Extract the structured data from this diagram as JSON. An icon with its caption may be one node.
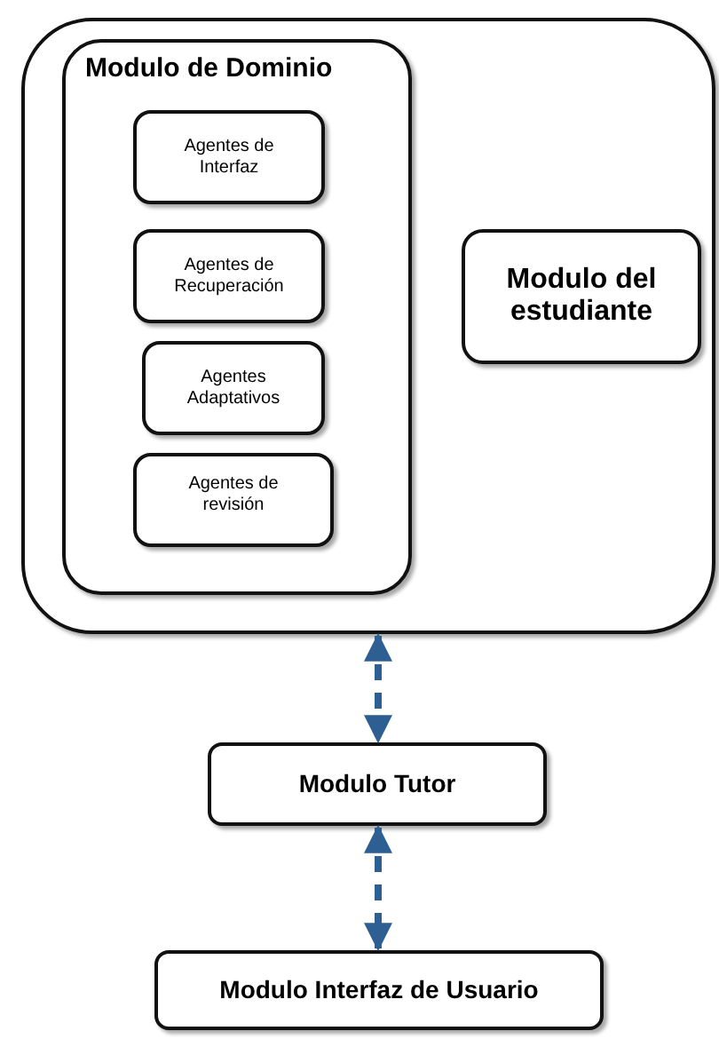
{
  "diagram": {
    "nodes": [
      {
        "text": [],
        "shape": "box"
      },
      {
        "text": [
          "Modulo de Dominio"
        ],
        "in": 0
      },
      {
        "text": [
          "Agentes de Interfaz"
        ],
        "in": 1
      },
      {
        "text": [
          "Agentes de Recuperación"
        ],
        "in": 1
      },
      {
        "text": [
          "Agentes Adaptativos"
        ],
        "in": 1
      },
      {
        "text": [
          "Agentes de revisión"
        ],
        "in": 1
      },
      {
        "text": [
          "Modulo del estudiante"
        ],
        "in": 0
      },
      {
        "text": [
          "Modulo Tutor"
        ]
      },
      {
        "text": [
          "Modulo Interfaz de Usuario"
        ]
      }
    ],
    "edges": [
      {
        "from": 0,
        "to": 7,
        "arrow": "both",
        "style": "dashed",
        "color": "#2e5f93"
      },
      {
        "from": 7,
        "to": 8,
        "arrow": "both",
        "style": "dashed",
        "color": "#2e5f93"
      }
    ]
  }
}
